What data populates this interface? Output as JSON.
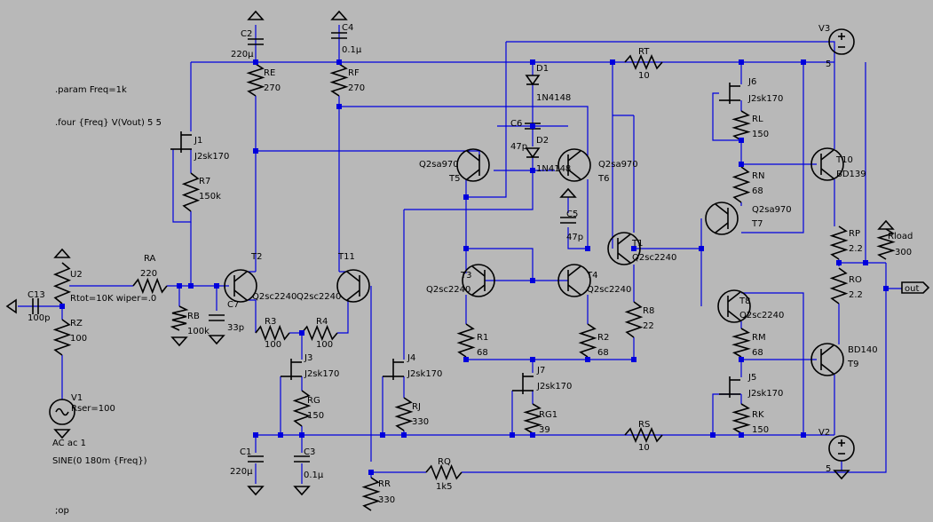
{
  "directives": [
    ".param Freq=1k",
    ".four {Freq} V(Vout) 5 5",
    ";op"
  ],
  "resistors": {
    "RE": "270",
    "RF": "270",
    "R7": "150k",
    "RA": "220",
    "RB": "100k",
    "RZ": "100",
    "R3": "100",
    "R4": "100",
    "RG": "150",
    "RJ": "330",
    "RR": "330",
    "RQ": "1k5",
    "R1": "68",
    "R2": "68",
    "R8": "22",
    "RG1": "39",
    "RS": "10",
    "RT": "10",
    "RL": "150",
    "RN": "68",
    "RM": "68",
    "RK": "150",
    "RP": "2.2",
    "RO": "2.2",
    "Rload": "300"
  },
  "capacitors": {
    "C2": "220µ",
    "C4": "0.1µ",
    "C6": "47p",
    "C5": "47p",
    "C7": "33p",
    "C13": "100p",
    "C1": "220µ",
    "C3": "0.1µ"
  },
  "transistors": {
    "T2": "Q2sc2240",
    "T11": "Q2sc2240",
    "T5": "Q2sa970",
    "T6": "Q2sa970",
    "T3": "Q2sc2240",
    "T4": "Q2sc2240",
    "T1": "Q2sc2240",
    "T7": "Q2sa970",
    "T8": "Q2sc2240",
    "T10": "BD139",
    "T9": "BD140"
  },
  "jfets": {
    "J1": "J2sk170",
    "J3": "J2sk170",
    "J4": "J2sk170",
    "J7": "J2sk170",
    "J6": "J2sk170",
    "J5": "J2sk170"
  },
  "diodes": {
    "D1": "1N4148",
    "D2": "1N4148"
  },
  "sources": {
    "V1": {
      "name": "V1",
      "rser": "Rser=100",
      "ac": "AC ac 1",
      "sine": "SINE(0 180m {Freq})"
    },
    "V2": {
      "name": "V2",
      "value": "5"
    },
    "V3": {
      "name": "V3",
      "value": "5"
    }
  },
  "pot": {
    "name": "U2",
    "value": "Rtot=10K wiper=.0"
  },
  "net_label": "out",
  "colors": {
    "background": "#b8b8b8",
    "wire": "#0000dd",
    "component": "#000000"
  }
}
